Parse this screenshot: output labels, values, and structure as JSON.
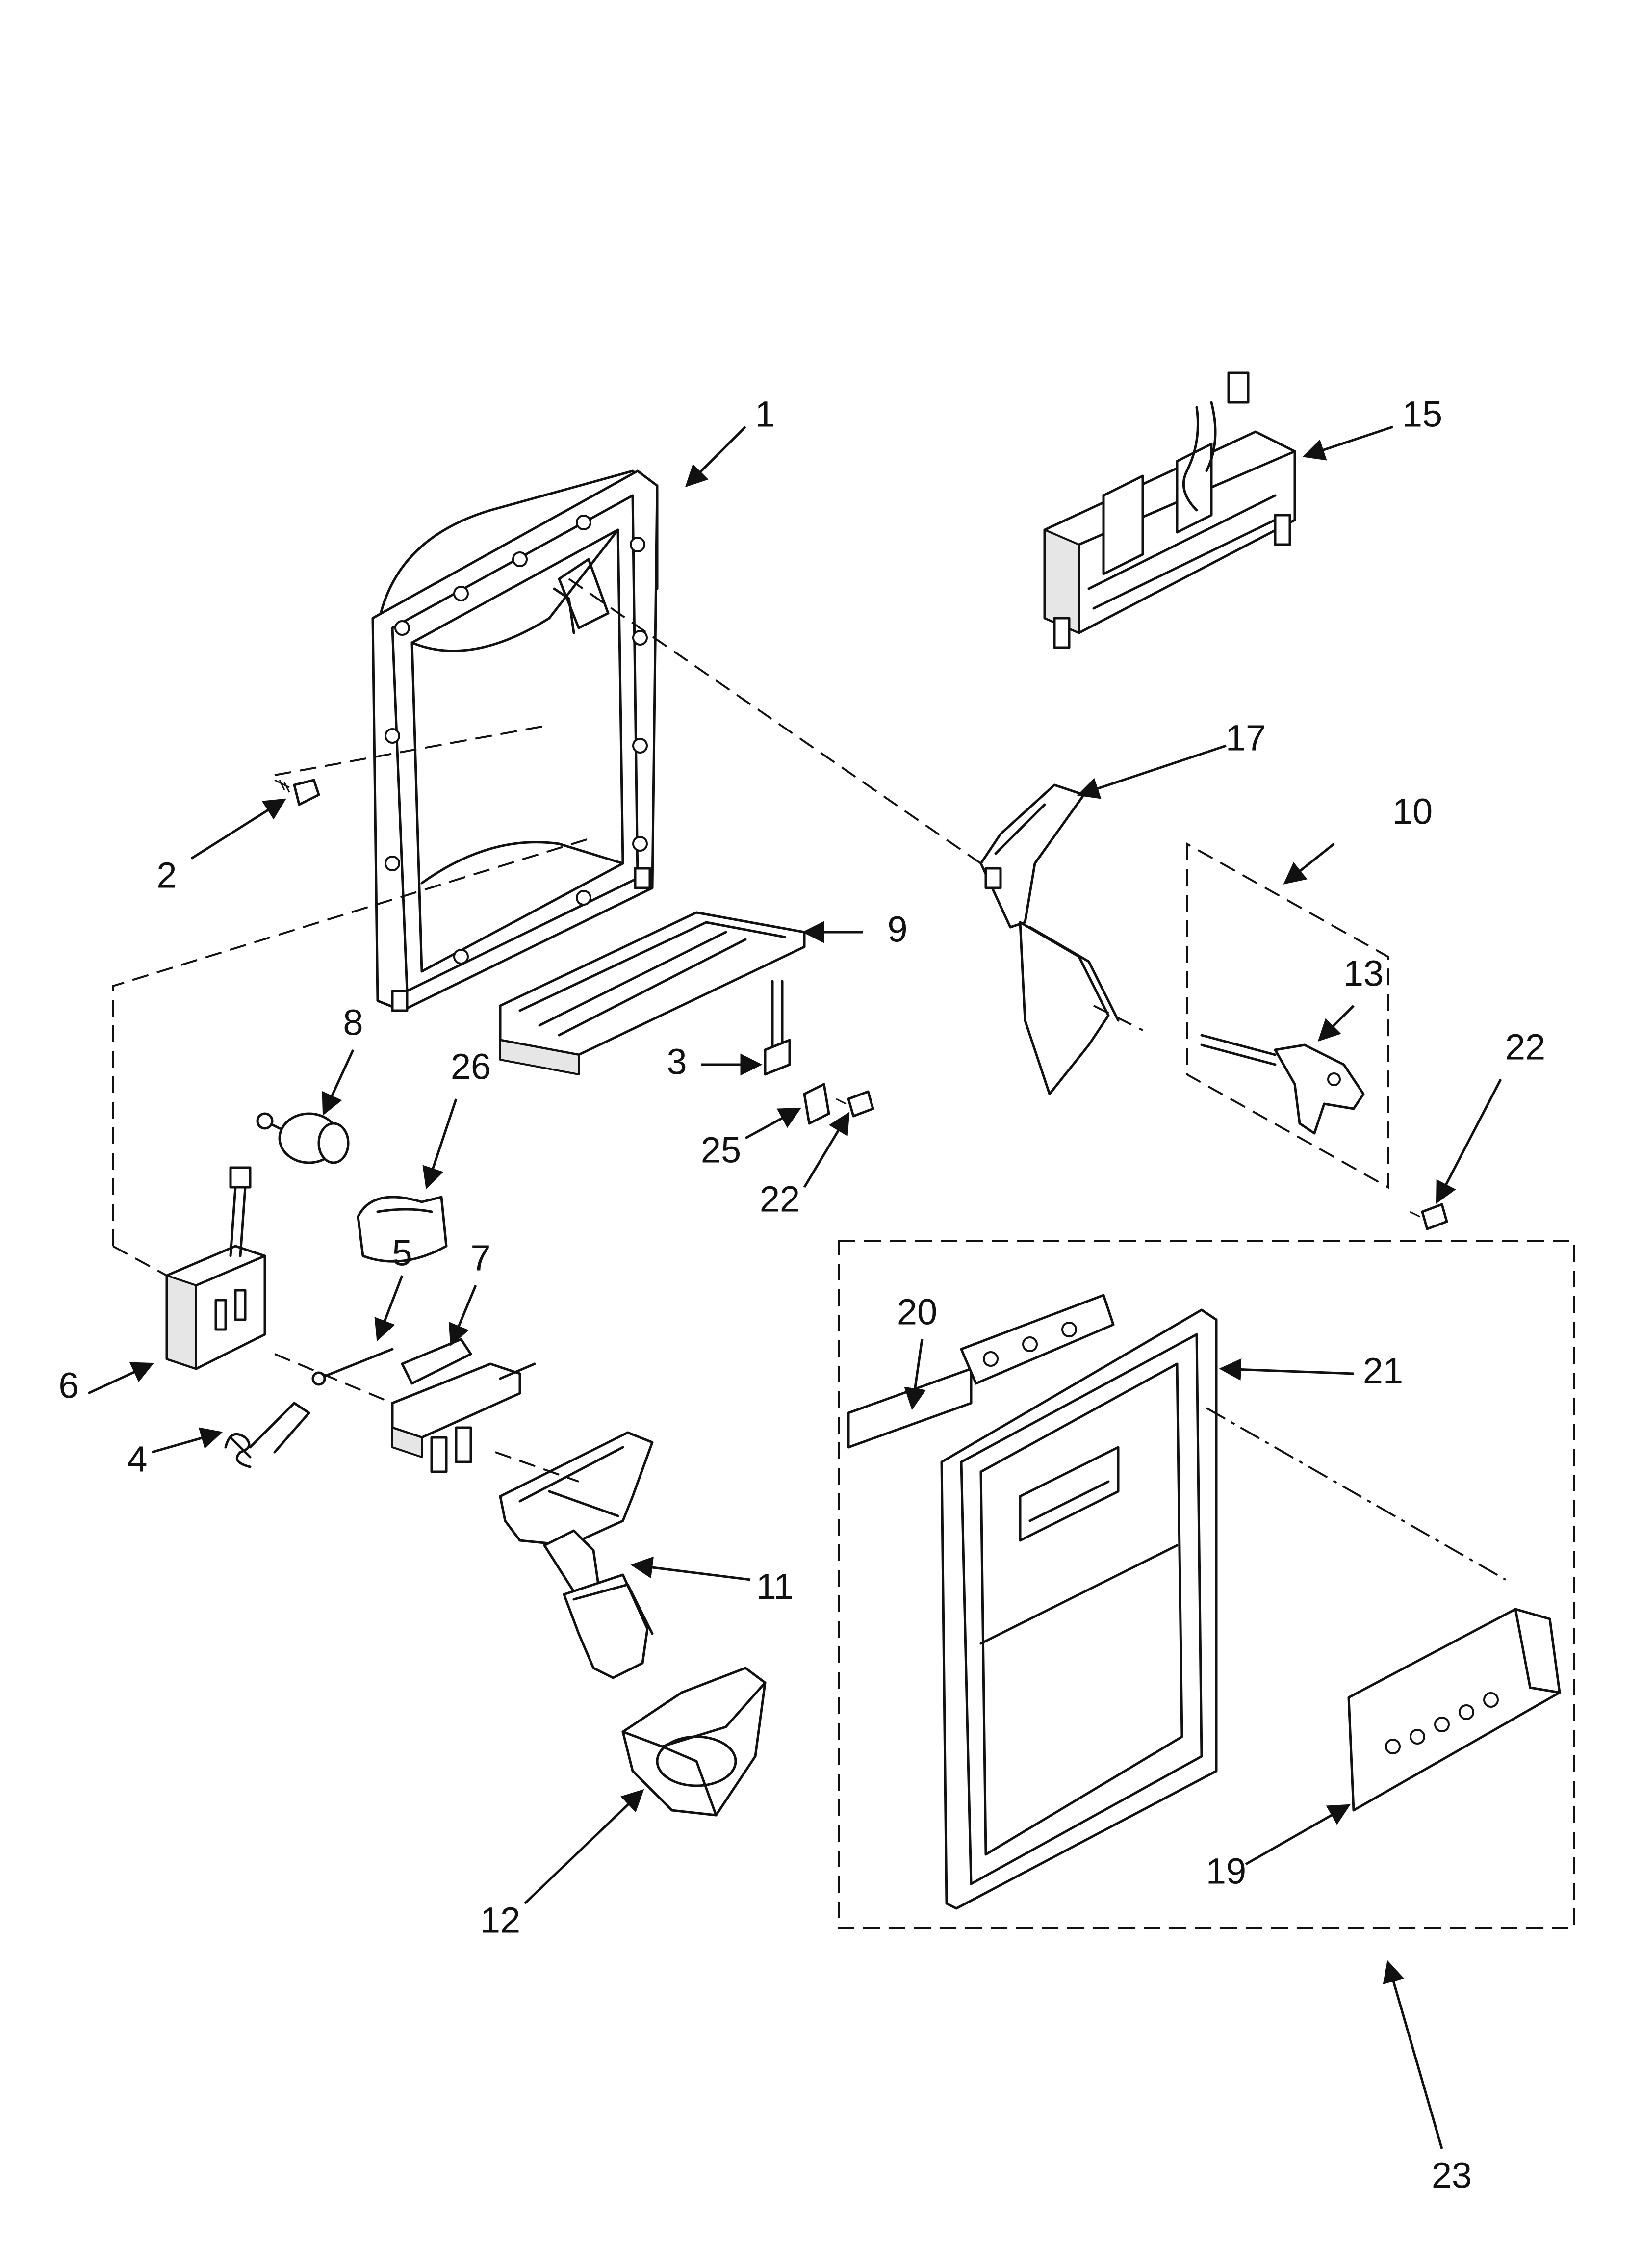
{
  "callouts": [
    {
      "id": "1",
      "label": "1"
    },
    {
      "id": "2",
      "label": "2"
    },
    {
      "id": "3",
      "label": "3"
    },
    {
      "id": "4",
      "label": "4"
    },
    {
      "id": "5",
      "label": "5"
    },
    {
      "id": "6",
      "label": "6"
    },
    {
      "id": "7",
      "label": "7"
    },
    {
      "id": "8",
      "label": "8"
    },
    {
      "id": "9",
      "label": "9"
    },
    {
      "id": "10",
      "label": "10"
    },
    {
      "id": "11",
      "label": "11"
    },
    {
      "id": "12",
      "label": "12"
    },
    {
      "id": "13",
      "label": "13"
    },
    {
      "id": "15",
      "label": "15"
    },
    {
      "id": "17",
      "label": "17"
    },
    {
      "id": "19",
      "label": "19"
    },
    {
      "id": "20",
      "label": "20"
    },
    {
      "id": "21",
      "label": "21"
    },
    {
      "id": "22a",
      "label": "22"
    },
    {
      "id": "22b",
      "label": "22"
    },
    {
      "id": "23",
      "label": "23"
    },
    {
      "id": "25",
      "label": "25"
    },
    {
      "id": "26",
      "label": "26"
    }
  ],
  "icons": {
    "screw": "screw-icon",
    "spring": "spring-icon",
    "pin": "pin-icon"
  },
  "colors": {
    "ink": "#111111",
    "paper": "#ffffff"
  }
}
